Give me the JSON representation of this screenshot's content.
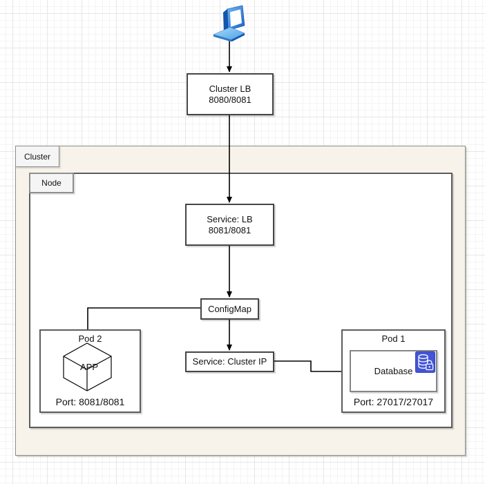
{
  "colors": {
    "canvas_bg": "#ffffff",
    "grid_minor": "#f4f4f4",
    "grid_major": "#e6e6e6",
    "cluster_fill": "#f7f3ea",
    "tab_fill": "#f5f5f5",
    "shape_fill": "#ffffff",
    "shape_border": "#454545",
    "container_border": "#8a8a8a",
    "pod_border": "#5c5c5c",
    "inner_box_border": "#858585",
    "connector": "#000000",
    "text": "#111111",
    "icon_blue": "#4355d6"
  },
  "icons": {
    "laptop": "laptop-icon",
    "database_lock": "database-lock-icon"
  },
  "diagram": {
    "cluster_lb": {
      "line1": "Cluster LB",
      "line2": "8080/8081"
    },
    "cluster": {
      "label": "Cluster"
    },
    "node": {
      "label": "Node"
    },
    "service_lb": {
      "line1": "Service: LB",
      "line2": "8081/8081"
    },
    "configmap": {
      "label": "ConfigMap"
    },
    "service_cluster_ip": {
      "label": "Service: Cluster IP"
    },
    "pod2": {
      "title": "Pod 2",
      "app": "APP",
      "port": "Port: 8081/8081"
    },
    "pod1": {
      "title": "Pod 1",
      "database": "Database",
      "port": "Port: 27017/27017"
    }
  }
}
